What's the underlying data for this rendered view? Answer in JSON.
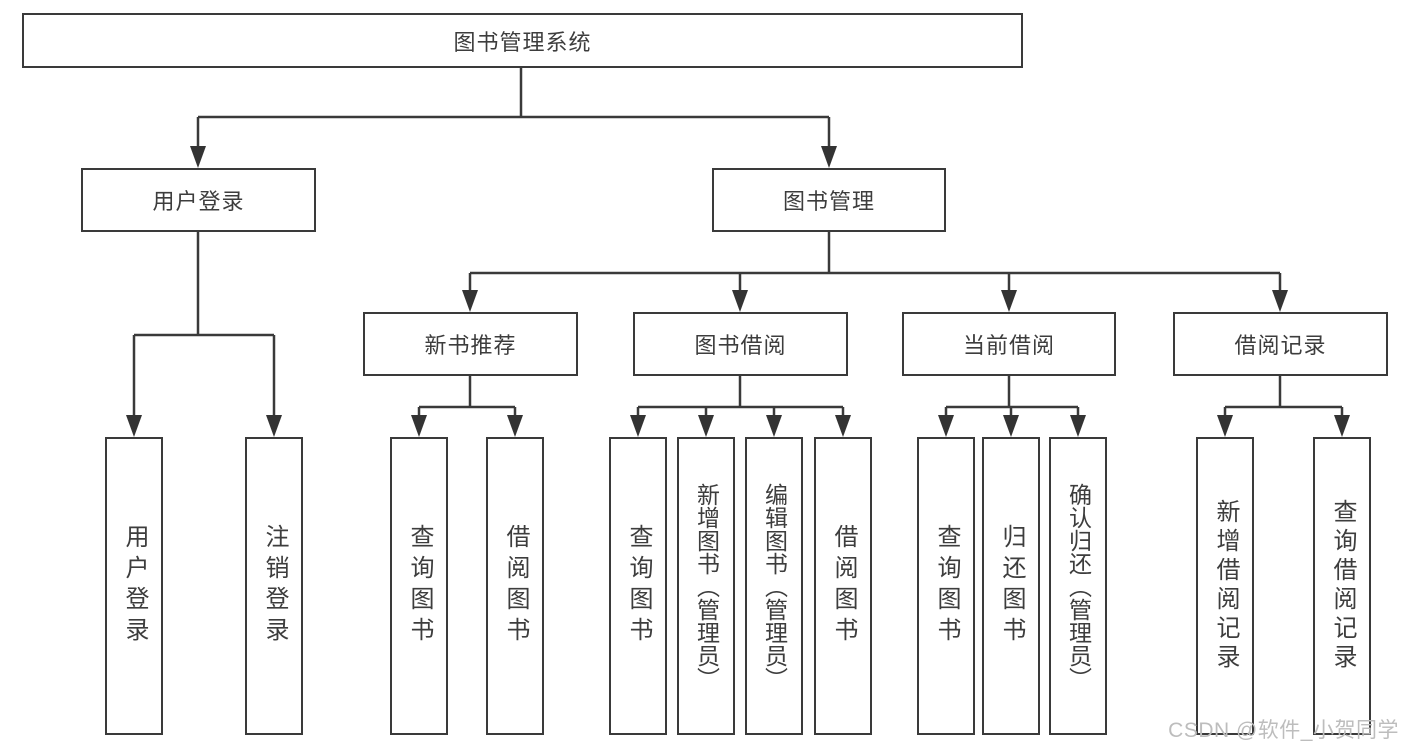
{
  "diagram": {
    "root": "图书管理系统",
    "login": {
      "label": "用户登录",
      "children": [
        "用户登录",
        "注销登录"
      ]
    },
    "management": {
      "label": "图书管理",
      "children": [
        {
          "label": "新书推荐",
          "children": [
            "查询图书",
            "借阅图书"
          ]
        },
        {
          "label": "图书借阅",
          "children": [
            "查询图书",
            "新增图书（管理员）",
            "编辑图书（管理员）",
            "借阅图书"
          ]
        },
        {
          "label": "当前借阅",
          "children": [
            "查询图书",
            "归还图书",
            "确认归还（管理员）"
          ]
        },
        {
          "label": "借阅记录",
          "children": [
            "新增借阅记录",
            "查询借阅记录"
          ]
        }
      ]
    },
    "watermark": "CSDN @软件_小贺同学"
  }
}
